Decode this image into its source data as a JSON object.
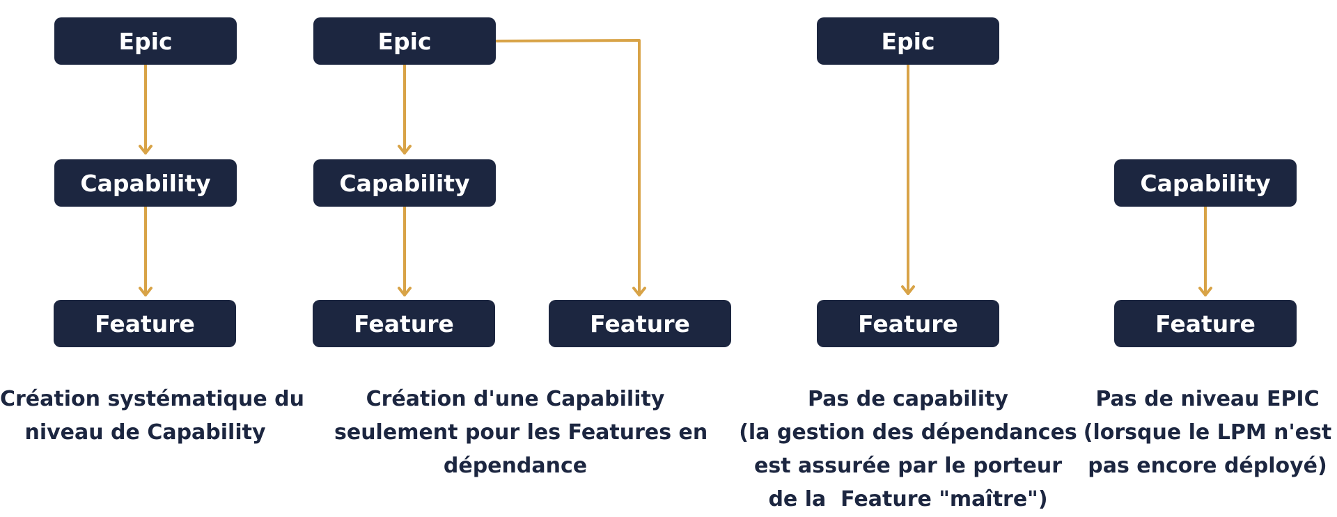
{
  "colors": {
    "node_fill": "#1c2640",
    "node_text": "#ffffff",
    "arrow": "#d8a347",
    "caption_text": "#1c2640"
  },
  "diagrams": [
    {
      "nodes": {
        "epic": "Epic",
        "capability": "Capability",
        "feature": "Feature"
      },
      "caption": "Création systématique du\nniveau de Capability"
    },
    {
      "nodes": {
        "epic": "Epic",
        "capability": "Capability",
        "feature": "Feature",
        "feature_2": "Feature"
      },
      "caption": "Création d'une Capability\nseulement pour les Features en\ndépendance"
    },
    {
      "nodes": {
        "epic": "Epic",
        "feature": "Feature"
      },
      "caption": "Pas de capability\n(la gestion des dépendances\nest assurée par le porteur\nde la  Feature \"maître\")"
    },
    {
      "nodes": {
        "capability": "Capability",
        "feature": "Feature"
      },
      "caption": "Pas de niveau EPIC\n(lorsque le LPM n'est\npas encore déployé)"
    }
  ]
}
